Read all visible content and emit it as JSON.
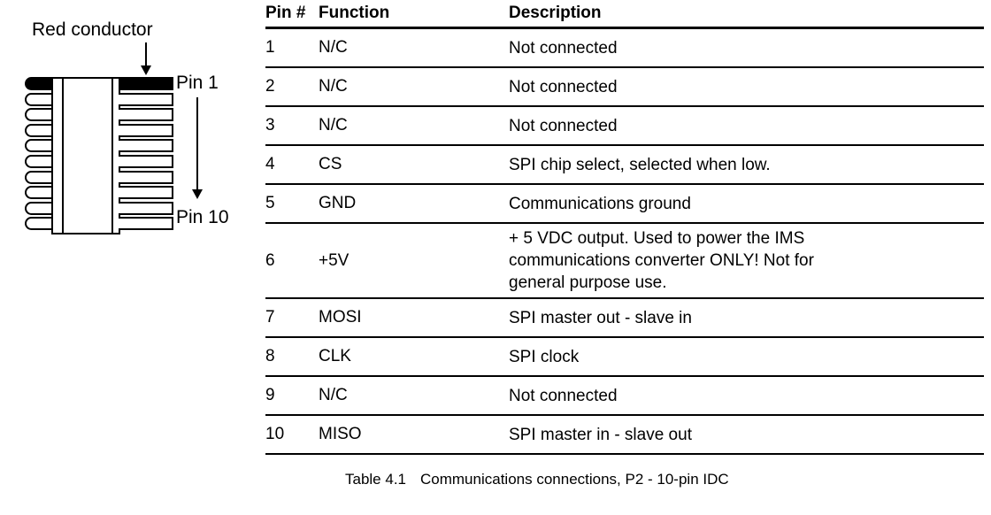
{
  "diagram": {
    "red_conductor_label": "Red conductor",
    "pin1_label": "Pin 1",
    "pin10_label": "Pin 10",
    "pin_count": 10,
    "highlight_color": "#000000",
    "highlighted_pin": 1
  },
  "table": {
    "headers": {
      "pin": "Pin #",
      "function": "Function",
      "description": "Description"
    },
    "rows": [
      {
        "pin": "1",
        "function": "N/C",
        "description": [
          "Not connected"
        ]
      },
      {
        "pin": "2",
        "function": "N/C",
        "description": [
          "Not connected"
        ]
      },
      {
        "pin": "3",
        "function": "N/C",
        "description": [
          "Not connected"
        ]
      },
      {
        "pin": "4",
        "function": "CS",
        "description": [
          "SPI chip select, selected when low."
        ]
      },
      {
        "pin": "5",
        "function": "GND",
        "description": [
          "Communications ground"
        ]
      },
      {
        "pin": "6",
        "function": "+5V",
        "description": [
          "+ 5 VDC output. Used to power the IMS",
          "communications converter ONLY! Not for",
          "general purpose use."
        ]
      },
      {
        "pin": "7",
        "function": "MOSI",
        "description": [
          "SPI master out - slave in"
        ]
      },
      {
        "pin": "8",
        "function": "CLK",
        "description": [
          "SPI clock"
        ]
      },
      {
        "pin": "9",
        "function": "N/C",
        "description": [
          "Not connected"
        ]
      },
      {
        "pin": "10",
        "function": "MISO",
        "description": [
          "SPI master in - slave out"
        ]
      }
    ]
  },
  "caption": {
    "label": "Table 4.1",
    "text": "Communications connections, P2 - 10-pin IDC"
  }
}
